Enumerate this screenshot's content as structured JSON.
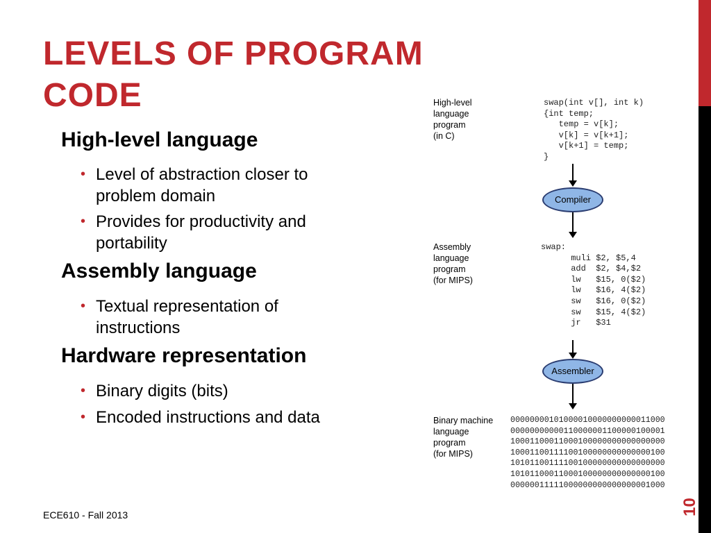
{
  "slide": {
    "title": "LEVELS OF PROGRAM CODE",
    "sections": [
      {
        "heading": "High-level language",
        "bullets": [
          "Level of abstraction closer to problem domain",
          "Provides for productivity and portability"
        ]
      },
      {
        "heading": "Assembly language",
        "bullets": [
          "Textual representation of instructions"
        ]
      },
      {
        "heading": "Hardware representation",
        "bullets": [
          "Binary digits (bits)",
          "Encoded instructions and data"
        ]
      }
    ],
    "bullet_glyph": "•",
    "footer": "ECE610 - Fall 2013",
    "page_number": "10"
  },
  "figure": {
    "high_level_label": "High-level\nlanguage\nprogram\n(in C)",
    "c_code": "swap(int v[], int k)\n{int temp;\n   temp = v[k];\n   v[k] = v[k+1];\n   v[k+1] = temp;\n}",
    "compiler_label": "Compiler",
    "assembly_label": "Assembly\nlanguage\nprogram\n(for MIPS)",
    "asm_code": "swap:\n      muli $2, $5,4\n      add  $2, $4,$2\n      lw   $15, 0($2)\n      lw   $16, 4($2)\n      sw   $16, 0($2)\n      sw   $15, 4($2)\n      jr   $31",
    "assembler_label": "Assembler",
    "binary_label": "Binary machine\nlanguage\nprogram\n(for MIPS)",
    "binary_code": "00000000101000010000000000011000\n00000000000110000001100000100001\n10001100011000100000000000000000\n10001100111100100000000000000100\n10101100111100100000000000000000\n10101100011000100000000000000100\n00000011111000000000000000001000"
  },
  "colors": {
    "accent_red": "#c0282d",
    "oval_fill": "#8fb6e6",
    "oval_border": "#2a3c70"
  }
}
